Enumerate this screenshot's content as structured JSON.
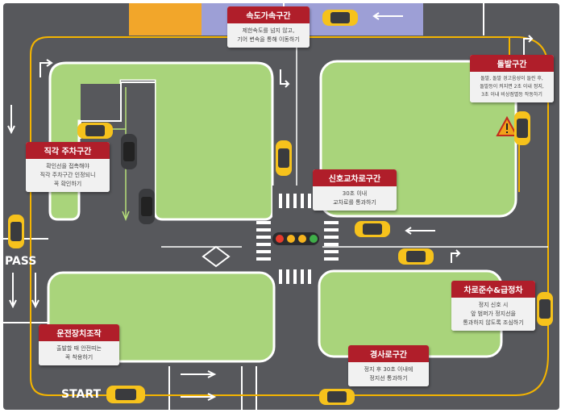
{
  "labels": {
    "pass": "PASS",
    "start": "START"
  },
  "colors": {
    "asphalt": "#57585c",
    "grass": "#a9d47b",
    "curb": "#ffffff",
    "yellow_line": "#f4b400",
    "zone_orange": "#f2a62a",
    "zone_purple": "#9d9fd6",
    "callout_header": "#b01e2a",
    "highlight_red": "#d0202c",
    "car_body": "#f6c21c",
    "car_dark": "#3a3b3e"
  },
  "callouts": {
    "speed": {
      "title": "속도가속구간",
      "lines": [
        "제한속도를 넘지 않고,",
        "기어 변속을 통해 이동하기"
      ]
    },
    "sudden": {
      "title": "돌발구간",
      "lines": [
        "돌발, 돌발 경고음성이 들린 후,",
        "돌발등이 켜지면 2초 이내 정지,",
        "3초 이내 비상점멸등 작동하기"
      ]
    },
    "parking": {
      "title": "직각 주차구간",
      "lines": [
        "확인선을 접촉해야",
        "직각 주차구간 인정되니",
        "꼭 확인하기"
      ]
    },
    "signal": {
      "title": "신호교차로구간",
      "lines": [
        "30초 이내",
        "교차로를 통과하기"
      ]
    },
    "lane": {
      "title": "차로준수&급정차",
      "lines": [
        "정지 신호 시",
        "앞 범퍼가 정지선을",
        "통과하지 않도록 조심하기"
      ]
    },
    "device": {
      "title": "운전장치조작",
      "lines": [
        "출발할 때 안전띠는",
        "꼭 착용하기"
      ]
    },
    "slope": {
      "title": "경사로구간",
      "lines": [
        "정지 후 30초 이내에",
        "정지선 통과하기"
      ]
    }
  },
  "icons": [
    "warning-triangle-icon",
    "traffic-light-icon",
    "diamond-marking-icon",
    "arrow-icon",
    "taxi-car-icon"
  ]
}
